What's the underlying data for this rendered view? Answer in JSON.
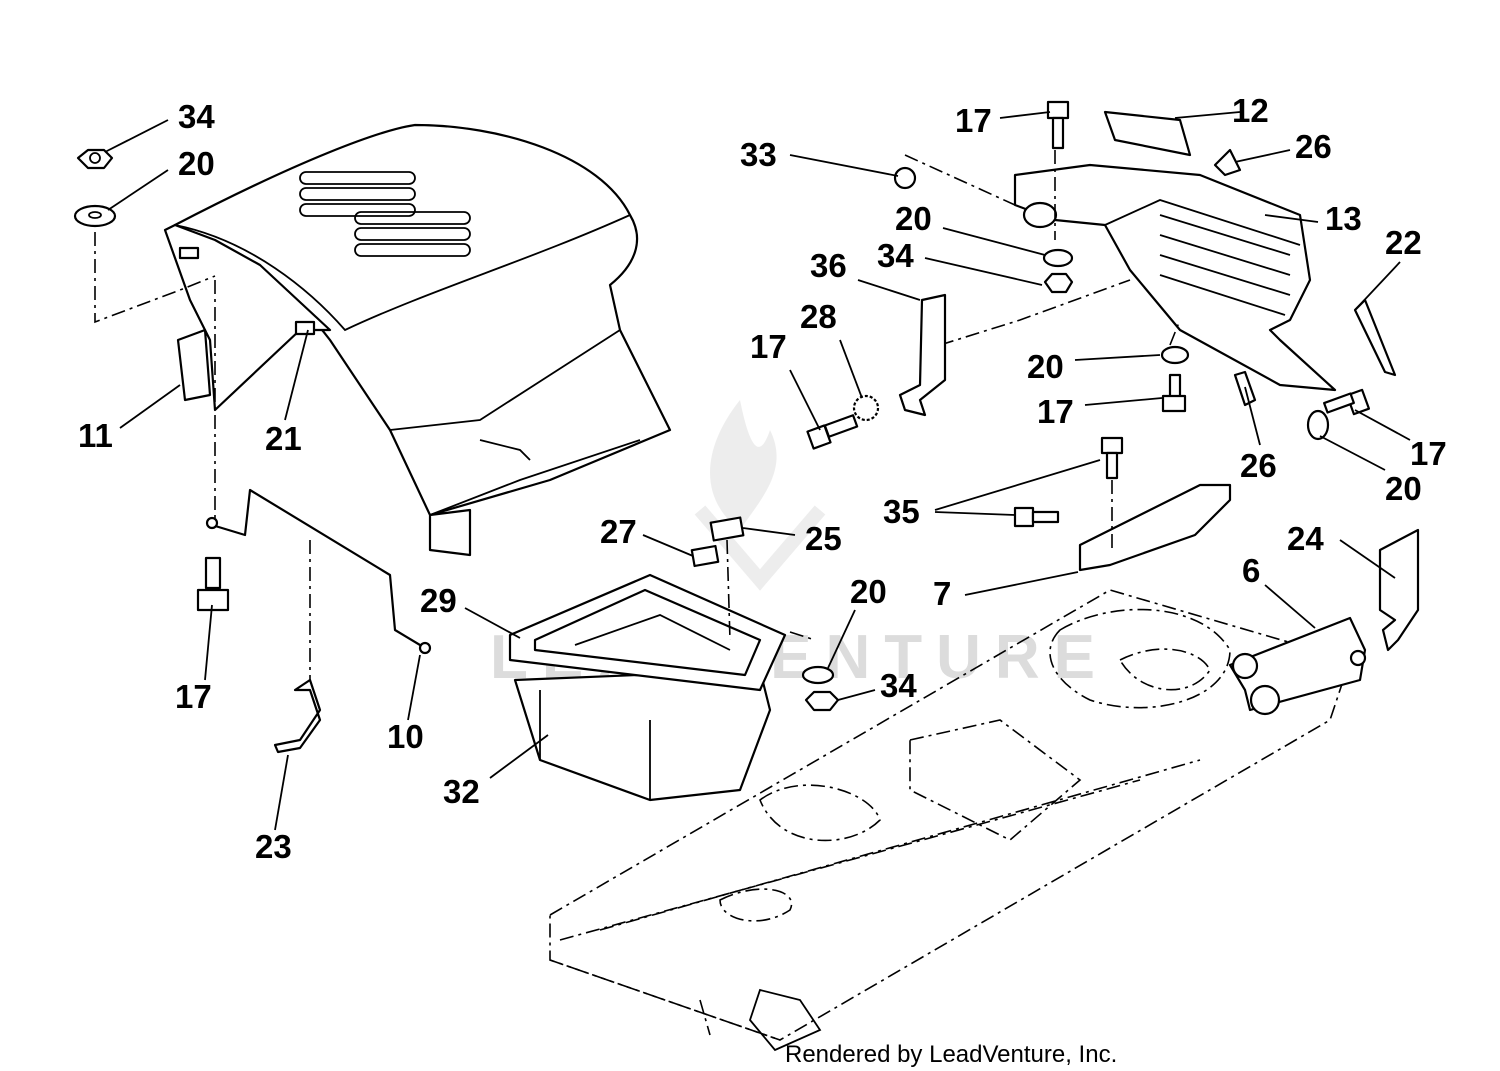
{
  "credit": "Rendered by LeadVenture, Inc.",
  "watermark": "LEADVENTURE",
  "callouts": [
    "34",
    "20",
    "11",
    "21",
    "17",
    "10",
    "23",
    "33",
    "17",
    "12",
    "26",
    "13",
    "22",
    "20",
    "34",
    "36",
    "28",
    "17",
    "20",
    "17",
    "26",
    "17",
    "20",
    "35",
    "7",
    "27",
    "25",
    "29",
    "20",
    "34",
    "32",
    "24",
    "6"
  ]
}
